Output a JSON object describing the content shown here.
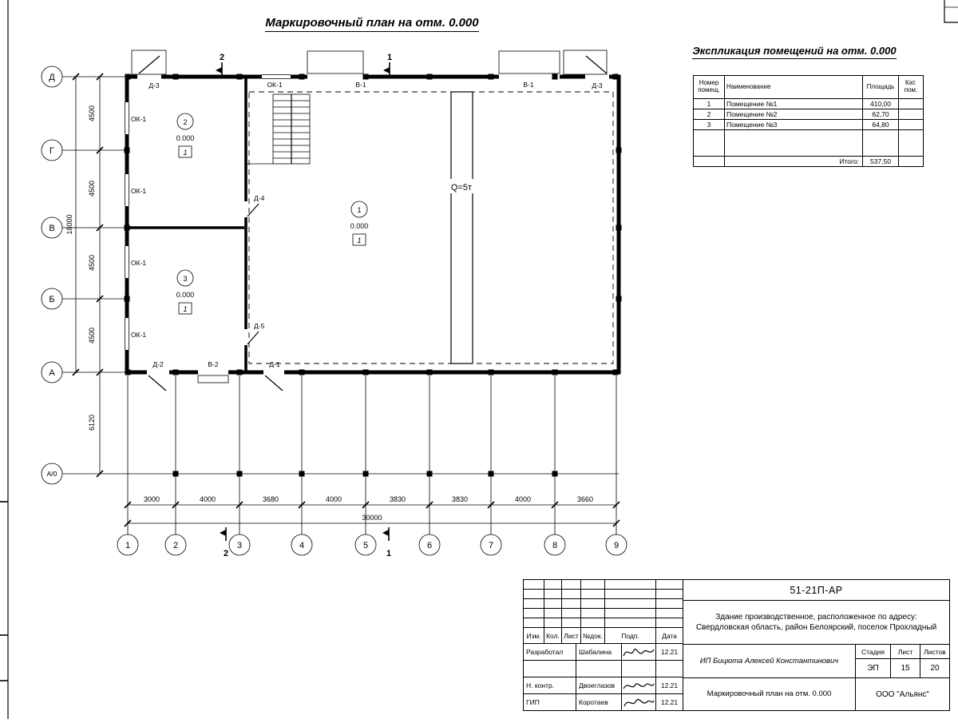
{
  "page": {
    "title": "Маркировочный план на отм. 0.000"
  },
  "plan": {
    "axes_v": [
      "Д",
      "Г",
      "В",
      "Б",
      "А",
      "А/0"
    ],
    "axes_h": [
      "1",
      "2",
      "3",
      "4",
      "5",
      "6",
      "7",
      "8",
      "9"
    ],
    "dims_v": [
      "4500",
      "4500",
      "4500",
      "4500",
      "6120"
    ],
    "dim_v_total": "18000",
    "dims_h": [
      "3000",
      "4000",
      "3680",
      "4000",
      "3830",
      "3830",
      "4000",
      "3660"
    ],
    "dim_h_total": "30000",
    "crane_label": "Q=5т",
    "sections": {
      "s1": "1",
      "s2": "2"
    },
    "labels": {
      "ok1": "ОК-1",
      "v1": "В-1",
      "v2": "В-2",
      "d1": "Д-1",
      "d2": "Д-2",
      "d3": "Д-3",
      "d4": "Д-4",
      "d5": "Д-5"
    },
    "rooms": [
      {
        "num": "1",
        "elev": "0.000",
        "cat": "1"
      },
      {
        "num": "2",
        "elev": "0.000",
        "cat": "1"
      },
      {
        "num": "3",
        "elev": "0.000",
        "cat": "1"
      }
    ]
  },
  "explication": {
    "title": "Экспликация помещений на отм. 0.000",
    "headers": {
      "num": "Номер помещ.",
      "name": "Наименование",
      "area": "Площадь",
      "cat": "Кат. пом."
    },
    "rows": [
      {
        "num": "1",
        "name": "Помещение №1",
        "area": "410,00",
        "cat": ""
      },
      {
        "num": "2",
        "name": "Помещение №2",
        "area": "62,70",
        "cat": ""
      },
      {
        "num": "3",
        "name": "Помещение №3",
        "area": "64,80",
        "cat": ""
      }
    ],
    "total_label": "Итого:",
    "total_value": "537,50"
  },
  "titleblock": {
    "doc_number": "51-21П-АР",
    "project": "Здание производственное, расположенное по адресу: Свердловская область, район Белоярский, поселок Прохладный",
    "header_cols": [
      "Изм.",
      "Кол.",
      "Лист",
      "№док.",
      "Подп.",
      "Дата"
    ],
    "people": [
      {
        "role": "Разработал",
        "name": "Шабалина",
        "date": "12.21"
      },
      {
        "role": "",
        "name": "",
        "date": ""
      },
      {
        "role": "Н. контр.",
        "name": "Двоеглазов",
        "date": "12.21"
      },
      {
        "role": "ГИП",
        "name": "Коротаев",
        "date": "12.21"
      }
    ],
    "client": "ИП Бицюта Алексей Константинович",
    "stage_label": "Стадия",
    "sheet_label": "Лист",
    "sheets_label": "Листов",
    "stage": "ЭП",
    "sheet": "15",
    "sheets": "20",
    "sheet_title": "Маркировочный план на отм. 0.000",
    "company": "ООО \"Альянс\""
  }
}
